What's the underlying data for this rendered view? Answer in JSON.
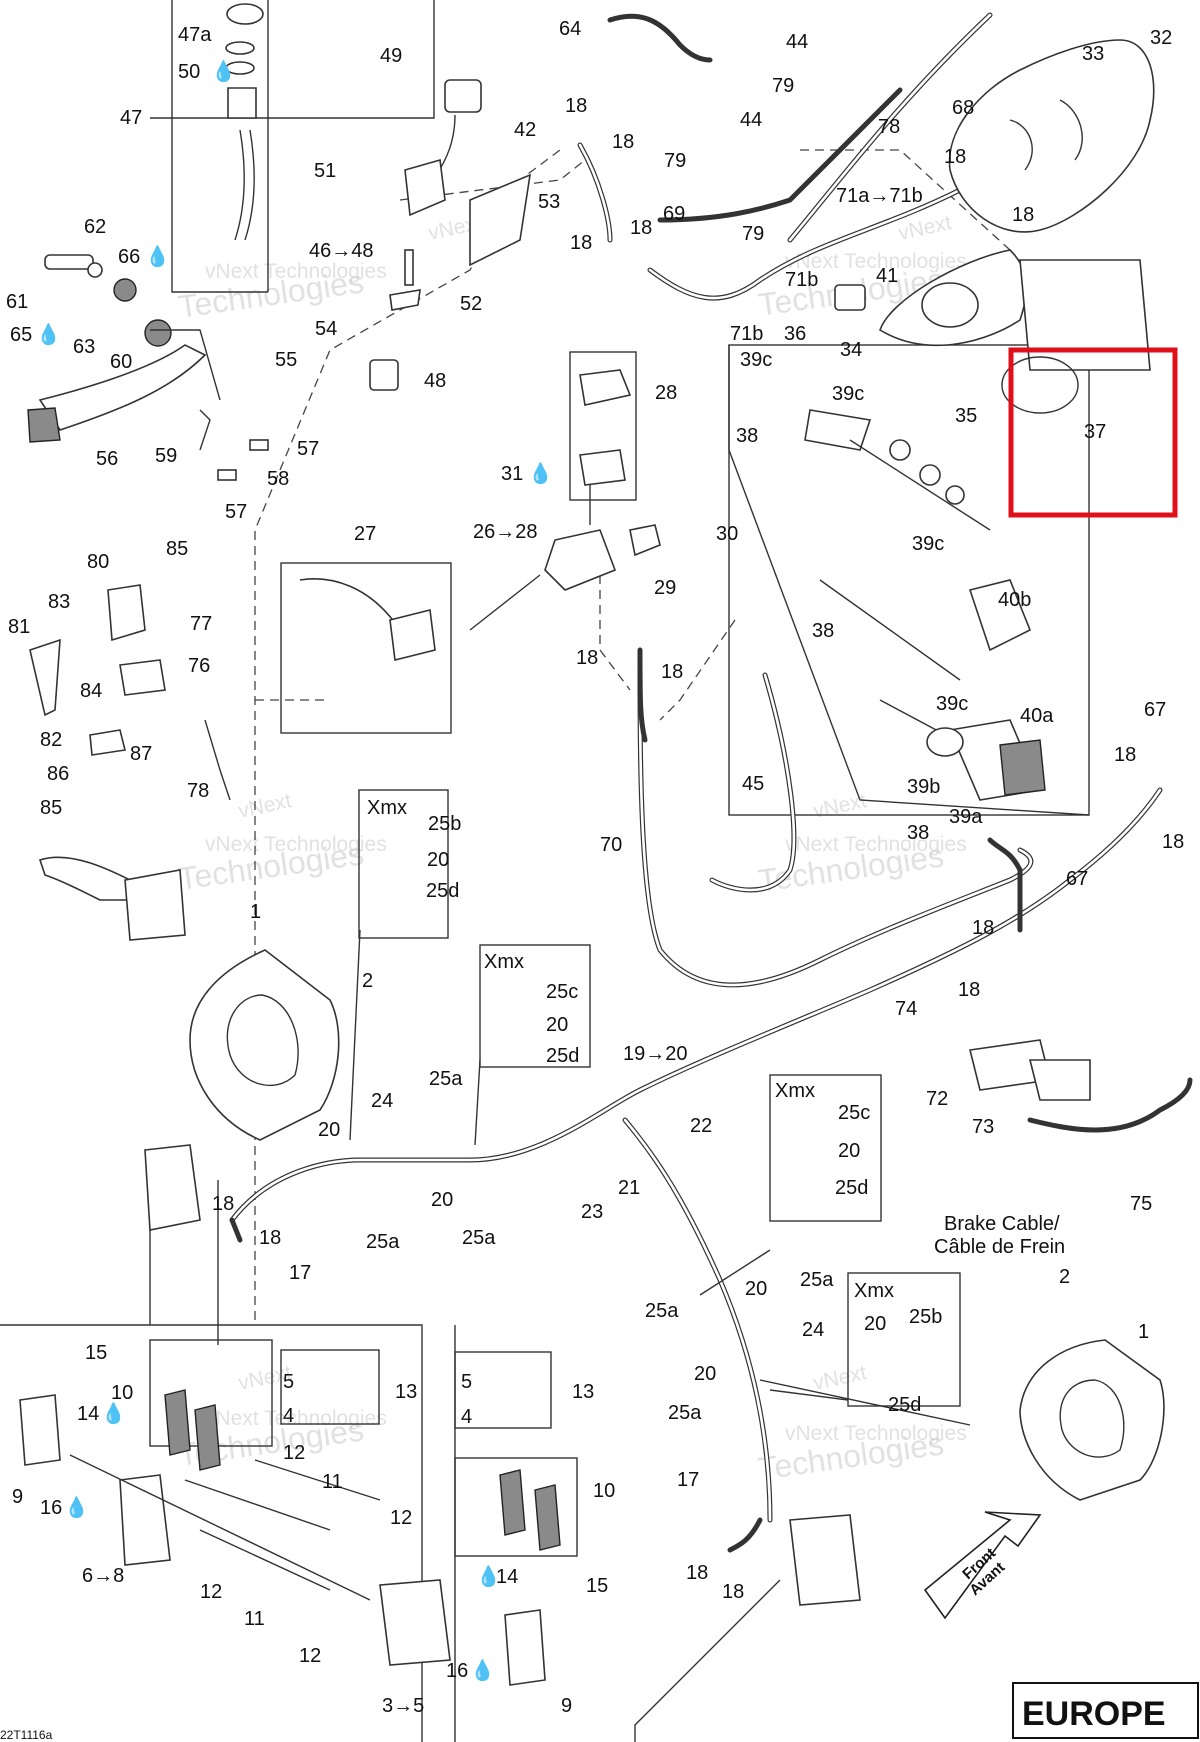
{
  "figure": {
    "drawing_code": "22T1116a",
    "region_label": "EUROPE",
    "front_label_line1": "Front",
    "front_label_line2": "Avant",
    "brake_cable_line1": "Brake Cable/",
    "brake_cable_line2": "Câble de Frein",
    "watermark_line1": "vNext",
    "watermark_line2": "vNext Technologies",
    "watermark_line3": "Technologies",
    "xmx_label": "Xmx",
    "highlight_color": "#e0101b",
    "highlighted_part": "37"
  },
  "callouts": {
    "c_64": "64",
    "c_44a": "44",
    "c_79a": "79",
    "c_78": "78",
    "c_32": "32",
    "c_33": "33",
    "c_47a": "47a",
    "c_50": "50",
    "c_47": "47",
    "c_49": "49",
    "c_51": "51",
    "c_53": "53",
    "c_46_48": "46→48",
    "c_52": "52",
    "c_54": "54",
    "c_55": "55",
    "c_48": "48",
    "c_62": "62",
    "c_66": "66",
    "c_61": "61",
    "c_65": "65",
    "c_63": "63",
    "c_60": "60",
    "c_56": "56",
    "c_59": "59",
    "c_57a": "57",
    "c_58": "58",
    "c_57b": "57",
    "c_42": "42",
    "c_18a": "18",
    "c_18b": "18",
    "c_79b": "79",
    "c_44b": "44",
    "c_79c": "79",
    "c_18c": "18",
    "c_18d": "18",
    "c_69": "69",
    "c_71b_top": "71b",
    "c_71b_bot": "71b",
    "c_68": "68",
    "c_18e": "18",
    "c_18f": "18",
    "c_71a_71b": "71a→71b",
    "c_41": "41",
    "c_36": "36",
    "c_34": "34",
    "c_35": "35",
    "c_37": "37",
    "c_28": "28",
    "c_31": "31",
    "c_26_28": "26→28",
    "c_30": "30",
    "c_29": "29",
    "c_39c_a": "39c",
    "c_39c_b": "39c",
    "c_38a": "38",
    "c_39c_c": "39c",
    "c_40b": "40b",
    "c_38b": "38",
    "c_40a": "40a",
    "c_39c_d": "39c",
    "c_39b": "39b",
    "c_39a": "39a",
    "c_38c": "38",
    "c_27": "27",
    "c_18g": "18",
    "c_18h": "18",
    "c_45": "45",
    "c_70": "70",
    "c_67a": "67",
    "c_18i": "18",
    "c_18j": "18",
    "c_67b": "67",
    "c_18k": "18",
    "c_18l": "18",
    "c_80": "80",
    "c_85a": "85",
    "c_83": "83",
    "c_81": "81",
    "c_77": "77",
    "c_76": "76",
    "c_84": "84",
    "c_82": "82",
    "c_87": "87",
    "c_86": "86",
    "c_85b": "85",
    "c_78b": "78",
    "c_25b": "25b",
    "c_20a": "20",
    "c_25d_a": "25d",
    "c_25c_a": "25c",
    "c_20b": "20",
    "c_25d_b": "25d",
    "c_1a": "1",
    "c_2a": "2",
    "c_74": "74",
    "c_72": "72",
    "c_73": "73",
    "c_75": "75",
    "c_19_20": "19→20",
    "c_24a": "24",
    "c_25a_a": "25a",
    "c_22": "22",
    "c_20c": "20",
    "c_20d": "20",
    "c_25a_b": "25a",
    "c_25a_c": "25a",
    "c_21": "21",
    "c_23": "23",
    "c_18m": "18",
    "c_18n": "18",
    "c_17a": "17",
    "c_25c_b": "25c",
    "c_20e": "20",
    "c_25d_c": "25d",
    "c_20f": "20",
    "c_25a_d": "25a",
    "c_25a_e": "25a",
    "c_24b": "24",
    "c_20g": "20",
    "c_25a_f": "25a",
    "c_20h": "20",
    "c_25b_b": "25b",
    "c_25d_d": "25d",
    "c_2b": "2",
    "c_1b": "1",
    "c_15a": "15",
    "c_10a": "10",
    "c_14a": "14",
    "c_9a": "9",
    "c_16a": "16",
    "c_5a": "5",
    "c_4a": "4",
    "c_13a": "13",
    "c_12a": "12",
    "c_11a": "11",
    "c_12b": "12",
    "c_6_8": "6→8",
    "c_12c": "12",
    "c_11b": "11",
    "c_12d": "12",
    "c_5b": "5",
    "c_4b": "4",
    "c_13b": "13",
    "c_10b": "10",
    "c_15b": "15",
    "c_14b": "14",
    "c_16b": "16",
    "c_3_5": "3→5",
    "c_9b": "9",
    "c_17b": "17",
    "c_18o": "18",
    "c_18p": "18"
  }
}
